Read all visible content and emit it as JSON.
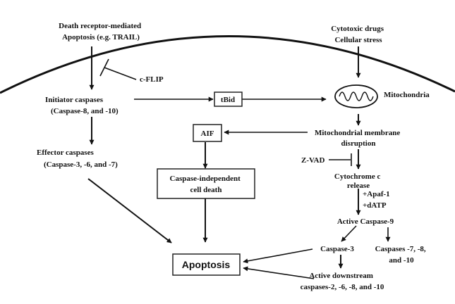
{
  "nodes": {
    "death_receptor": [
      "Death receptor-mediated",
      "Apoptosis (e.g. TRAIL)"
    ],
    "cytotoxic": [
      "Cytotoxic drugs",
      "Cellular stress"
    ],
    "c_flip": "c-FLIP",
    "initiator": [
      "Initiator caspases",
      "(Caspase-8, and -10)"
    ],
    "tbid": "tBid",
    "mitochondria": "Mitochondria",
    "aif": "AIF",
    "mito_disruption": [
      "Mitochondrial membrane",
      "disruption"
    ],
    "effector": [
      "Effector caspases",
      "(Caspase-3, -6, and -7)"
    ],
    "zvad": "Z-VAD",
    "casp_indep": [
      "Caspase-independent",
      "cell death"
    ],
    "cytochrome": [
      "Cytochrome c",
      "release"
    ],
    "apaf": [
      "+Apaf-1",
      "+dATP"
    ],
    "active_casp9": "Active Caspase-9",
    "caspase3": "Caspase-3",
    "caspases_7_8_10": [
      "Caspases -7, -8,",
      "and -10"
    ],
    "apoptosis": "Apoptosis",
    "downstream": [
      "Active downstream",
      "caspases-2, -6, -8, and -10"
    ]
  }
}
